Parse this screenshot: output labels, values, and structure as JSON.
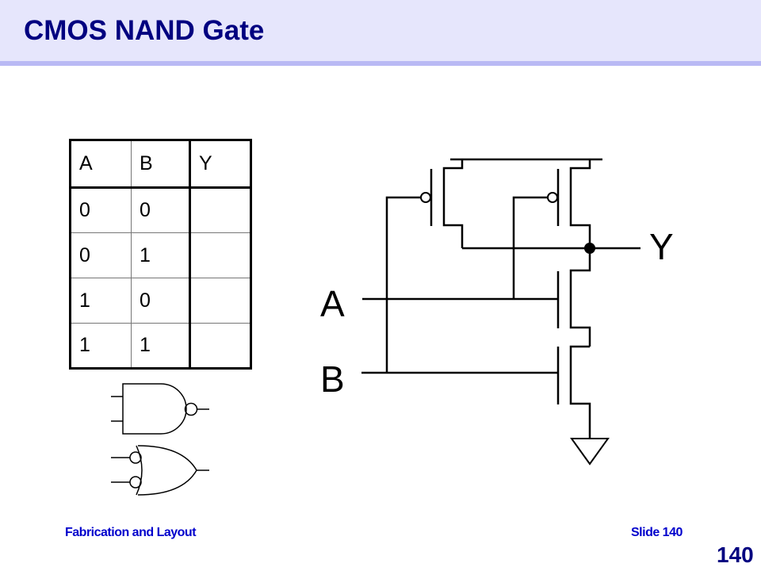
{
  "slide": {
    "title": "CMOS NAND Gate",
    "footer_left": "Fabrication and Layout",
    "footer_right": "Slide 140",
    "page_number": "140"
  },
  "truth_table": {
    "headers": [
      "A",
      "B",
      "Y"
    ],
    "rows": [
      [
        "0",
        "0",
        ""
      ],
      [
        "0",
        "1",
        ""
      ],
      [
        "1",
        "0",
        ""
      ],
      [
        "1",
        "1",
        ""
      ]
    ]
  },
  "schematic": {
    "input_labels": [
      "A",
      "B"
    ],
    "output_label": "Y",
    "components": [
      "pmos-transistor",
      "pmos-transistor",
      "nmos-transistor",
      "nmos-transistor",
      "ground-symbol",
      "vdd-rail",
      "output-node"
    ]
  },
  "gate_symbols": [
    "nand-gate-icon",
    "or-gate-with-inverted-inputs-icon"
  ],
  "colors": {
    "header_bg": "#e6e6fc",
    "header_stripe": "#b9b9f4",
    "title": "#000080",
    "footer_text": "#0000cc"
  }
}
